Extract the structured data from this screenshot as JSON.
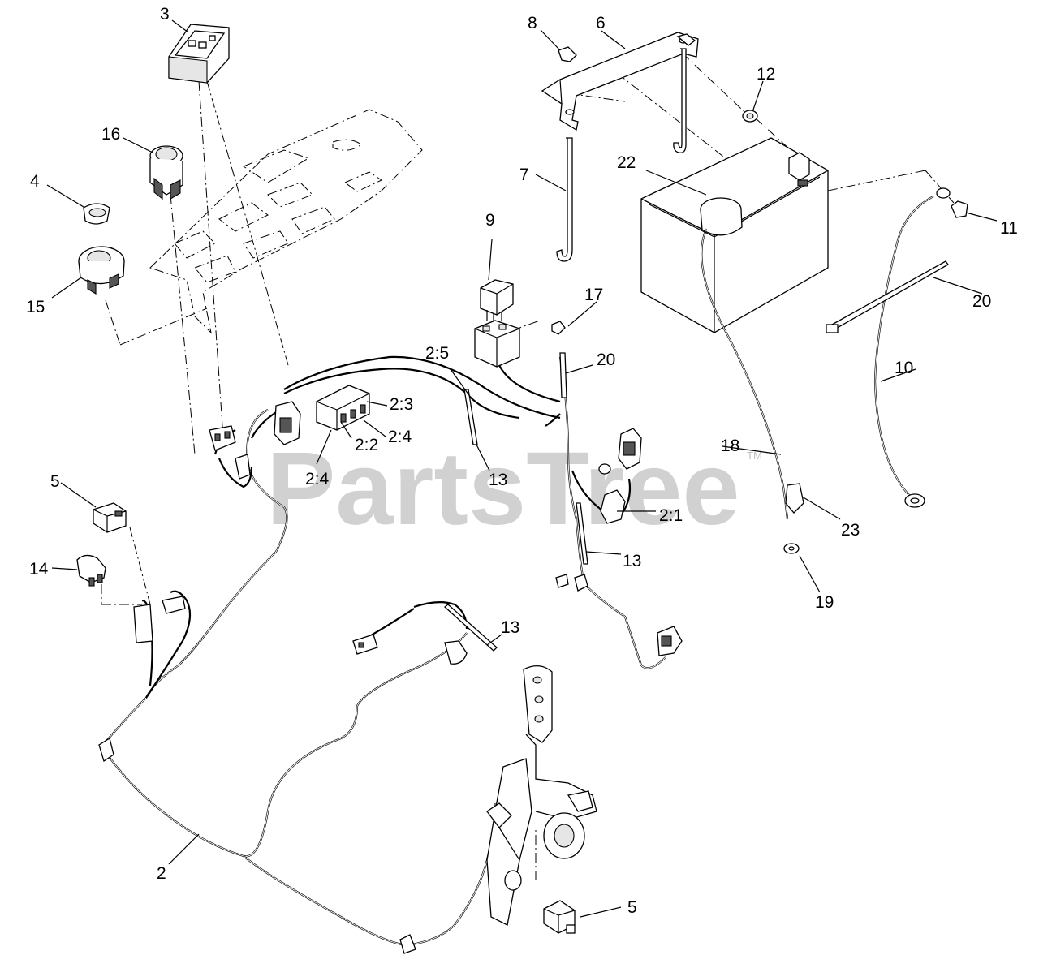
{
  "watermark": {
    "text": "PartsTree",
    "mark": "TM"
  },
  "callouts": [
    {
      "id": "c-3",
      "text": "3"
    },
    {
      "id": "c-8",
      "text": "8"
    },
    {
      "id": "c-6",
      "text": "6"
    },
    {
      "id": "c-12",
      "text": "12"
    },
    {
      "id": "c-16",
      "text": "16"
    },
    {
      "id": "c-22",
      "text": "22"
    },
    {
      "id": "c-7",
      "text": "7"
    },
    {
      "id": "c-4",
      "text": "4"
    },
    {
      "id": "c-11",
      "text": "11"
    },
    {
      "id": "c-9",
      "text": "9"
    },
    {
      "id": "c-15",
      "text": "15"
    },
    {
      "id": "c-17",
      "text": "17"
    },
    {
      "id": "c-20a",
      "text": "20"
    },
    {
      "id": "c-2-5",
      "text": "2:5"
    },
    {
      "id": "c-20b",
      "text": "20"
    },
    {
      "id": "c-10",
      "text": "10"
    },
    {
      "id": "c-2-3",
      "text": "2:3"
    },
    {
      "id": "c-2-4a",
      "text": "2:4"
    },
    {
      "id": "c-18",
      "text": "18"
    },
    {
      "id": "c-2-2",
      "text": "2:2"
    },
    {
      "id": "c-13a",
      "text": "13"
    },
    {
      "id": "c-2-4b",
      "text": "2:4"
    },
    {
      "id": "c-5a",
      "text": "5"
    },
    {
      "id": "c-2-1",
      "text": "2:1"
    },
    {
      "id": "c-23",
      "text": "23"
    },
    {
      "id": "c-13b",
      "text": "13"
    },
    {
      "id": "c-14",
      "text": "14"
    },
    {
      "id": "c-19",
      "text": "19"
    },
    {
      "id": "c-13c",
      "text": "13"
    },
    {
      "id": "c-2",
      "text": "2"
    },
    {
      "id": "c-5b",
      "text": "5"
    }
  ]
}
